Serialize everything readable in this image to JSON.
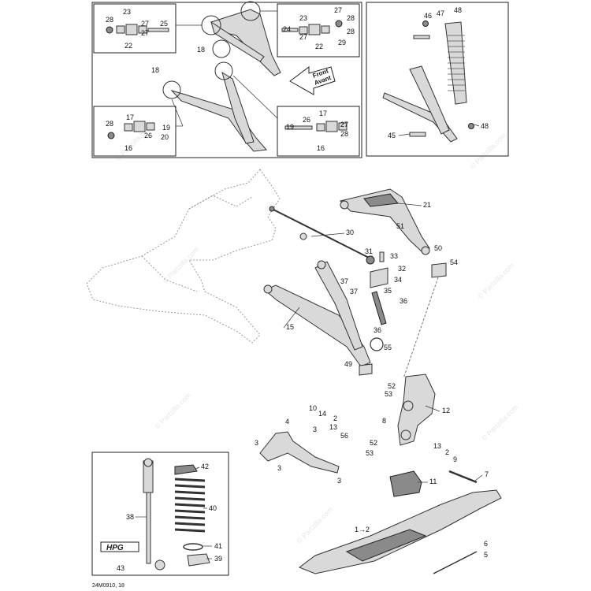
{
  "watermark": "© Partzilla.com",
  "figure_code": "24M0910, 18",
  "front_arrow": {
    "line1": "Front",
    "line2": "Avant"
  },
  "logo_text": "HPG",
  "labels": {
    "l1arrow2": "1→2",
    "n2": "2",
    "n3": "3",
    "n4": "4",
    "n5": "5",
    "n6": "6",
    "n7": "7",
    "n8": "8",
    "n9": "9",
    "n10": "10",
    "n11": "11",
    "n12": "12",
    "n13": "13",
    "n14": "14",
    "n15": "15",
    "n16": "16",
    "n17": "17",
    "n18": "18",
    "n19": "19",
    "n20": "20",
    "n21": "21",
    "n22": "22",
    "n23": "23",
    "n24": "24",
    "n25": "25",
    "n26": "26",
    "n27": "27",
    "n28": "28",
    "n29": "29",
    "n30": "30",
    "n31": "31",
    "n32": "32",
    "n33": "33",
    "n34": "34",
    "n35": "35",
    "n36": "36",
    "n37": "37",
    "n38": "38",
    "n39": "39",
    "n40": "40",
    "n41": "41",
    "n42": "42",
    "n43": "43",
    "n45": "45",
    "n46": "46",
    "n47": "47",
    "n48": "48",
    "n49": "49",
    "n50": "50",
    "n51": "51",
    "n52": "52",
    "n53": "53",
    "n54": "54",
    "n55": "55",
    "n56": "56"
  }
}
